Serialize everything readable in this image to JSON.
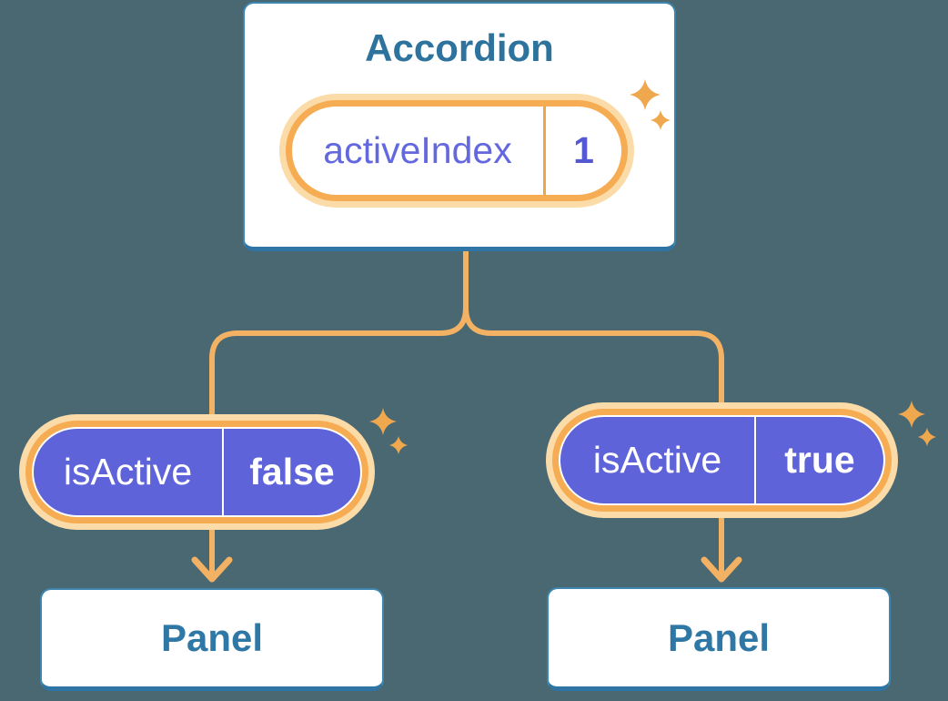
{
  "diagram": {
    "root": {
      "title": "Accordion",
      "pill": {
        "label": "activeIndex",
        "value": "1"
      }
    },
    "branches": [
      {
        "pill": {
          "label": "isActive",
          "value": "false"
        },
        "panel": "Panel"
      },
      {
        "pill": {
          "label": "isActive",
          "value": "true"
        },
        "panel": "Panel"
      }
    ]
  },
  "colors": {
    "background": "#4A6872",
    "connector": "#F3B263",
    "ring": "#F6AC53",
    "halo": "#FBDBA7",
    "pill_purple": "#5E63D9",
    "card_border": "#3E86AF",
    "card_border_bottom": "#2E74A4",
    "heading_text": "#2E739E",
    "panel_text": "#2F78A6",
    "state_label_text": "#6468DE",
    "state_value_text": "#5459D3",
    "divider_orange": "#EFA64A",
    "sparkle": "#F0A84E"
  }
}
